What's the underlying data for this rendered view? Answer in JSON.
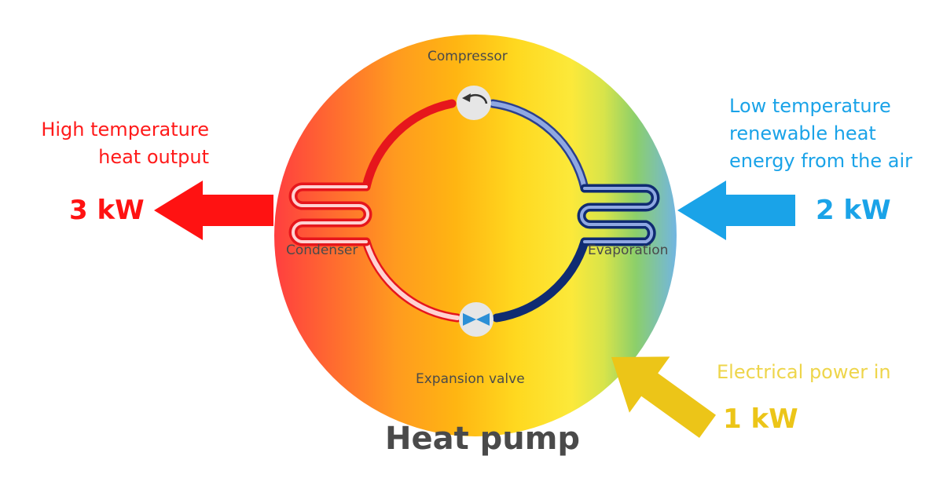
{
  "title": "Heat pump",
  "components": {
    "compressor": "Compressor",
    "condenser": "Condenser",
    "evaporation": "Evaporation",
    "expansion_valve": "Expansion valve"
  },
  "output": {
    "lines": [
      "High temperature",
      "heat output"
    ],
    "power": "3 kW",
    "color": "#ff1a1a"
  },
  "input_air": {
    "lines": [
      "Low temperature",
      "renewable heat",
      "energy from the air"
    ],
    "power": "2 kW",
    "color": "#1aa3e8"
  },
  "input_electric": {
    "label": "Electrical power in",
    "power": "1 kW",
    "color": "#ecc518"
  },
  "colors": {
    "gradient": [
      "#ff3f3f",
      "#ff9a1f",
      "#ffb512",
      "#ffd81f",
      "#fce93a",
      "#b8dc54",
      "#8ccf6a",
      "#72b6e0"
    ],
    "hot_pipe": "#ff1a1a",
    "warm_pipe": "#ffcece",
    "cool_pipe_light": "#8fa8e2",
    "cool_pipe_dark": "#0f2b72",
    "valve_blue": "#2b8fd6"
  }
}
